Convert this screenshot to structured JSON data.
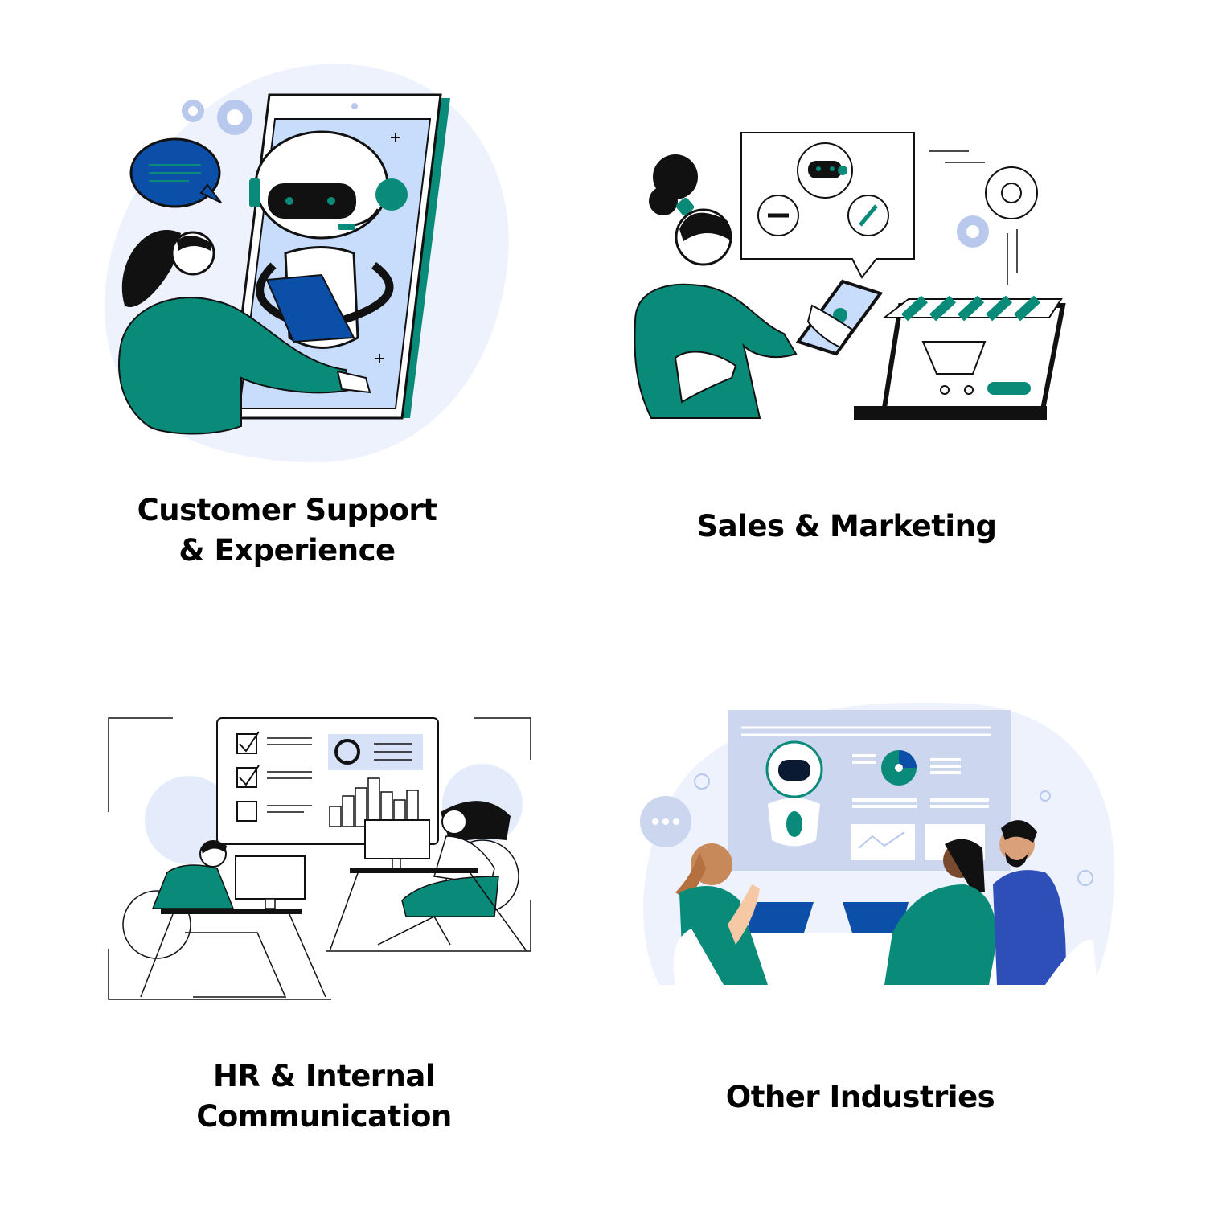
{
  "tiles": [
    {
      "id": "customer-support",
      "title_lines": [
        "Customer Support",
        "& Experience"
      ]
    },
    {
      "id": "sales-marketing",
      "title_lines": [
        "Sales & Marketing"
      ]
    },
    {
      "id": "hr-internal",
      "title_lines": [
        "HR & Internal",
        "Communication"
      ]
    },
    {
      "id": "other-industries",
      "title_lines": [
        "Other Industries"
      ]
    }
  ],
  "colors": {
    "teal": "#0a8a78",
    "navy": "#0b4fa8",
    "pale_blue": "#eef2fd",
    "light_blue": "#c8dcfb",
    "lavender": "#ccd6ef",
    "gear_blue": "#b9c9ee",
    "skin": "#f6c9a4",
    "ink": "#111111"
  }
}
